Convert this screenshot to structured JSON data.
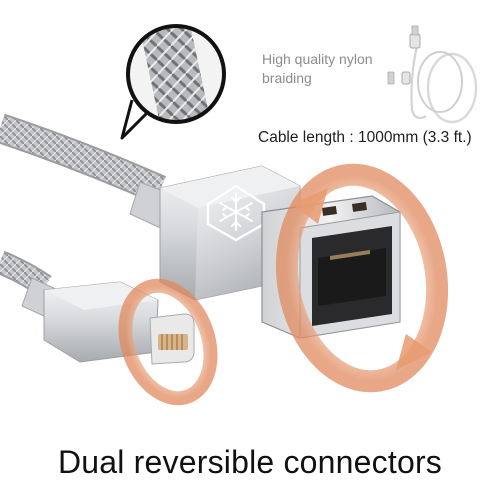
{
  "captions": {
    "nylon_braiding": "High quality nylon braiding",
    "cable_length": "Cable length : 1000mm (3.3 ft.)",
    "headline": "Dual reversible connectors"
  },
  "illustrations": [
    "braided-cable-zoom-callout",
    "coiled-cable-thumbnail",
    "usb-a-connector",
    "lightning-connector",
    "rotation-arrow-ring-icon",
    "snowflake-logo-icon"
  ],
  "colors": {
    "background": "#ffffff",
    "metal_silver": "#d6d8db",
    "braid": "#a9abae",
    "rotation_ring": "#e3a07a",
    "headline_text": "#111111",
    "caption_text": "#8c8c8c"
  }
}
